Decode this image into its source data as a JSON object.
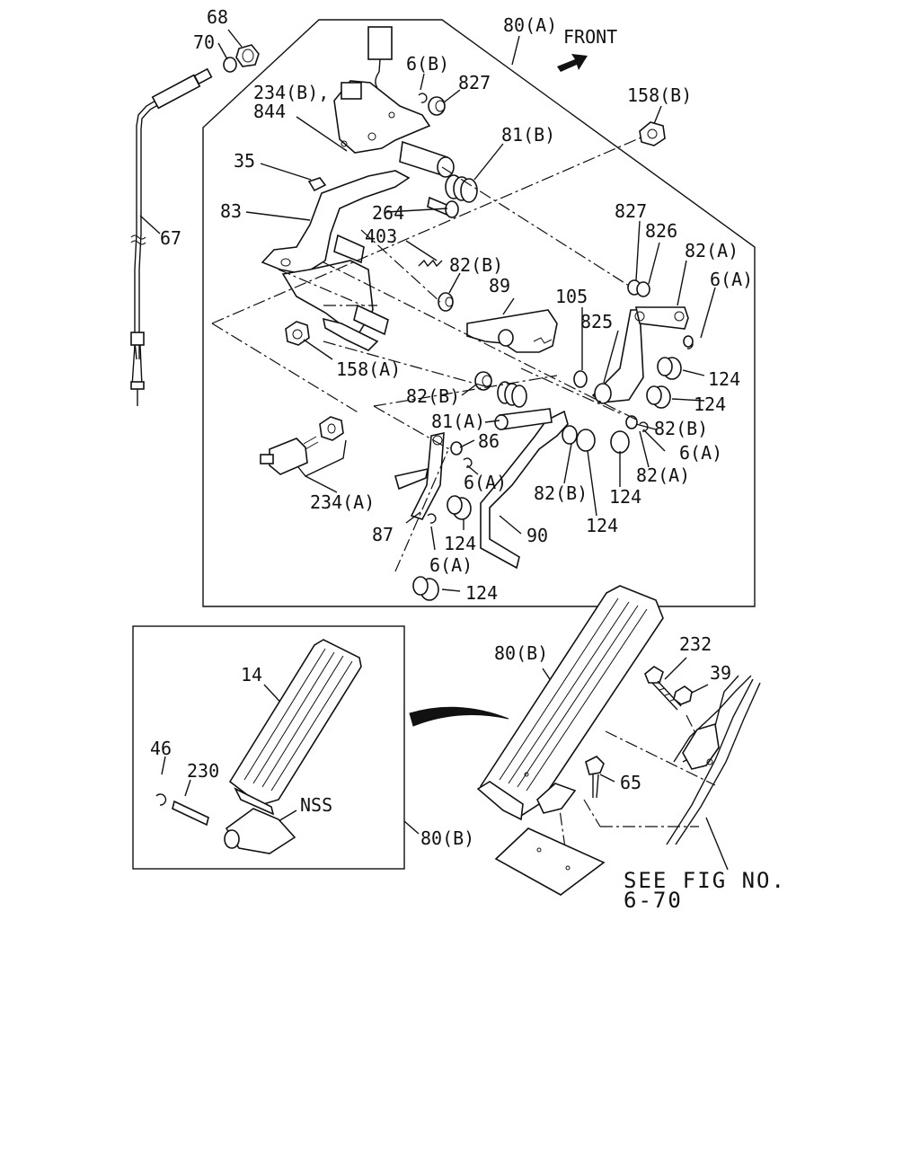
{
  "diagram": {
    "front_label": "FRONT",
    "see_fig": [
      "SEE FIG NO.",
      "6-70"
    ],
    "callouts": {
      "c68": "68",
      "c70": "70",
      "c67": "67",
      "c80a": "80(A)",
      "c6b": "6(B)",
      "c827a": "827",
      "c234b": "234(B),",
      "c844": "844",
      "c158b": "158(B)",
      "c81b": "81(B)",
      "c35": "35",
      "c83": "83",
      "c264": "264",
      "c403": "403",
      "c827b": "827",
      "c826": "826",
      "c82a1": "82(A)",
      "c6a1": "6(A)",
      "c82b1": "82(B)",
      "c89": "89",
      "c105": "105",
      "c825": "825",
      "c158a": "158(A)",
      "c124a": "124",
      "c124b": "124",
      "c82b2": "82(B)",
      "c82b3": "82(B)",
      "c81a": "81(A)",
      "c86": "86",
      "c6a2": "6(A)",
      "c82a2": "82(A)",
      "c6a3": "6(A)",
      "c234a": "234(A)",
      "c82b4": "82(B)",
      "c124c": "124",
      "c124d": "124",
      "c124e": "124",
      "c87": "87",
      "c90": "90",
      "c6a4": "6(A)",
      "c124f": "124",
      "c80b1": "80(B)",
      "c232": "232",
      "c39": "39",
      "c14": "14",
      "c46": "46",
      "c230": "230",
      "cNSS": "NSS",
      "c65": "65",
      "c80b2": "80(B)"
    }
  }
}
